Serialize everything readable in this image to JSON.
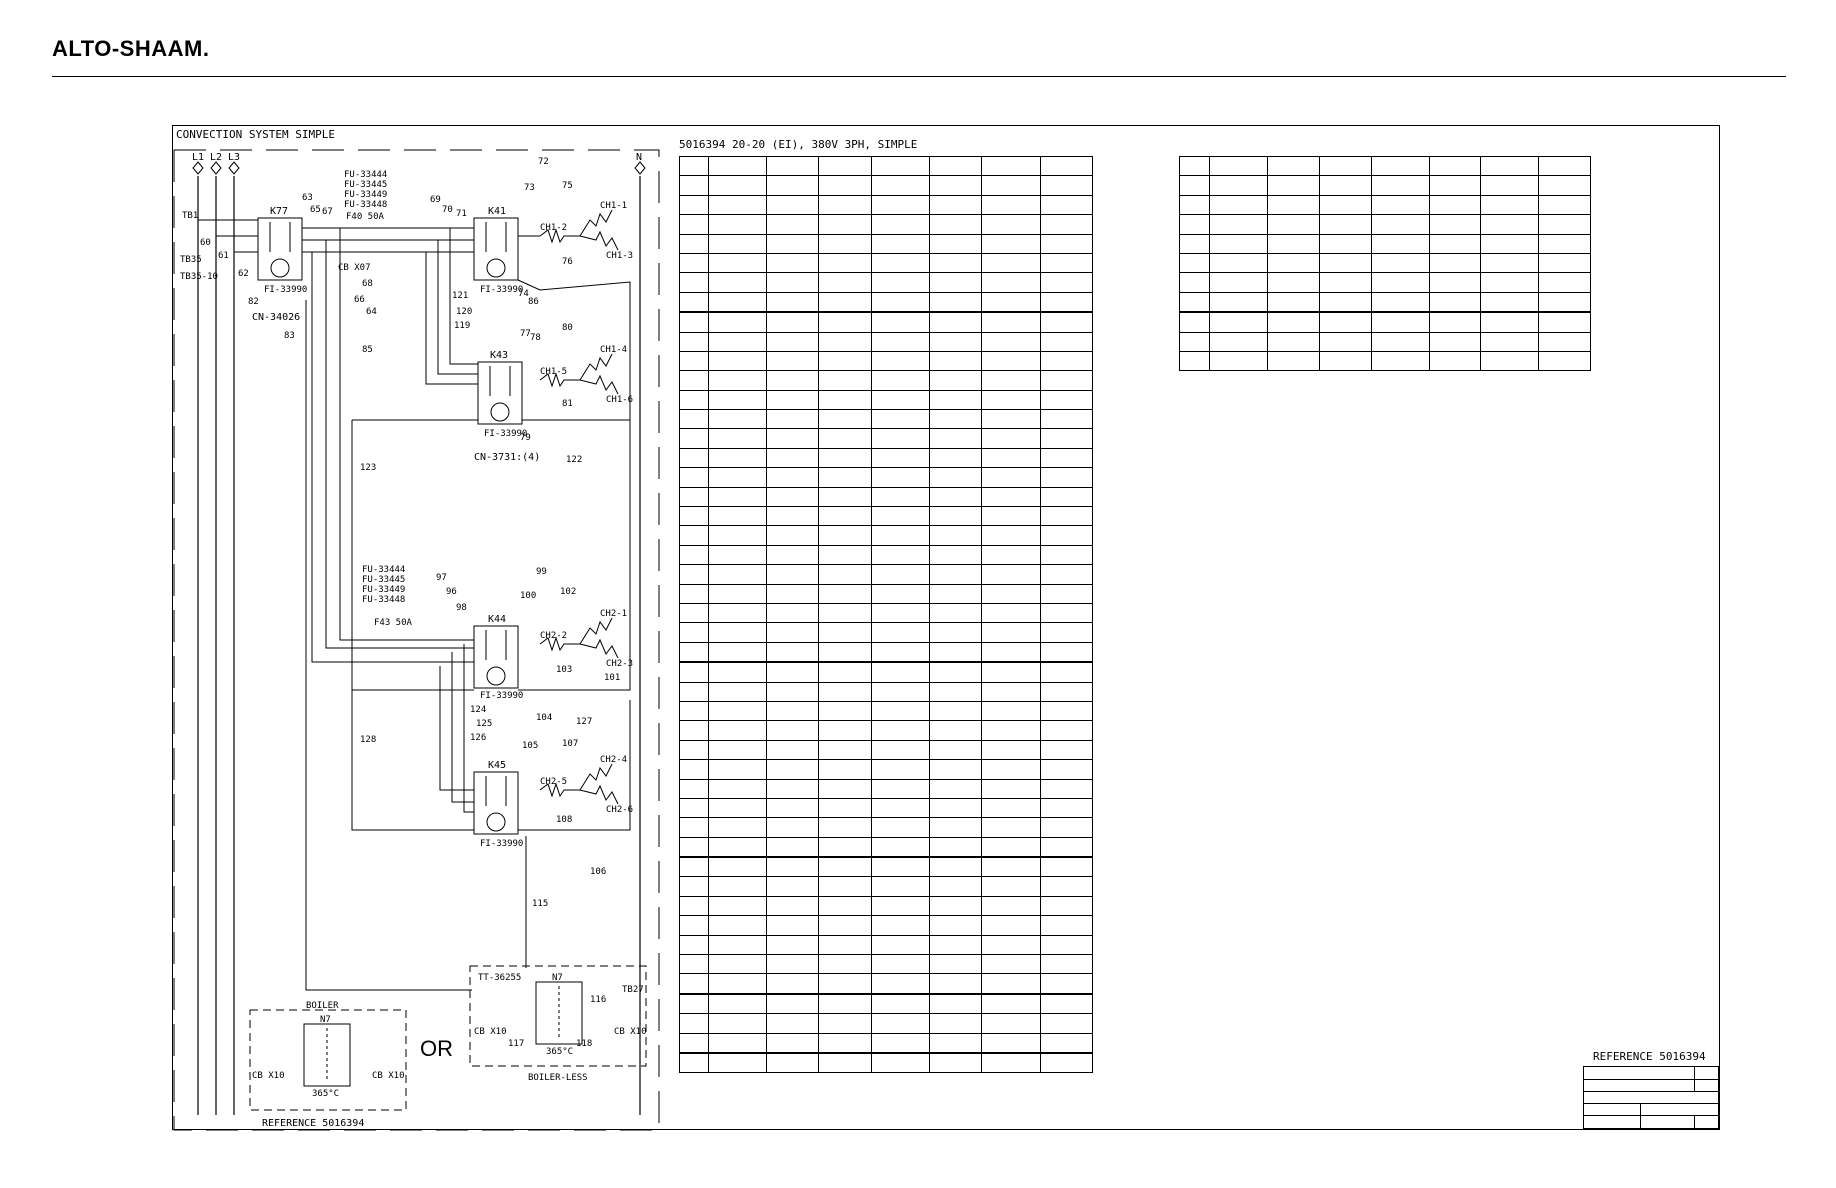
{
  "brand": {
    "logo_text": "ALTO-SHAAM."
  },
  "diagram": {
    "section_title": "CONVECTION SYSTEM SIMPLE",
    "lines": [
      "L1",
      "L2",
      "L3",
      "N"
    ],
    "terminals": [
      "TB1",
      "TB35",
      "TB35-10"
    ],
    "fuse_list_top": [
      "FU-33444",
      "FU-33445",
      "FU-33449",
      "FU-33448"
    ],
    "fuse_list_bottom": [
      "FU-33444",
      "FU-33445",
      "FU-33449",
      "FU-33448"
    ],
    "fuse_top": "F40  50A",
    "fuse_bottom": "F43  50A",
    "cb_label": "CB  X07",
    "contactors": [
      "K77",
      "K41",
      "K43",
      "K44",
      "K45"
    ],
    "filter_label": "FI-33990",
    "connector_1": "CN-34026",
    "connector_2": "CN-3731:(4)",
    "heaters_top": [
      "CH1-1",
      "CH1-2",
      "CH1-3",
      "CH1-4",
      "CH1-5",
      "CH1-6"
    ],
    "heaters_bottom": [
      "CH2-1",
      "CH2-2",
      "CH2-3",
      "CH2-4",
      "CH2-5",
      "CH2-6"
    ],
    "wires": [
      "60",
      "61",
      "62",
      "63",
      "64",
      "65",
      "66",
      "67",
      "68",
      "69",
      "70",
      "71",
      "72",
      "73",
      "74",
      "75",
      "76",
      "77",
      "78",
      "79",
      "80",
      "81",
      "82",
      "83",
      "85",
      "86",
      "96",
      "97",
      "98",
      "99",
      "100",
      "101",
      "102",
      "103",
      "104",
      "105",
      "106",
      "107",
      "108",
      "115",
      "116",
      "117",
      "118",
      "119",
      "120",
      "121",
      "122",
      "123",
      "124",
      "125",
      "126",
      "127",
      "128"
    ],
    "boiler_label": "BOILER",
    "boilerless_label": "BOILER-LESS",
    "thermostat": "TT-36255",
    "relay": "N7",
    "temp": "365°C",
    "or_text": "OR",
    "cb_x10": "CB X10",
    "tb27": "TB27",
    "reference": "REFERENCE 5016394"
  },
  "left_table": {
    "title": "5016394 20-20 (EI), 380V 3PH, SIMPLE",
    "rows": 47,
    "cols": 8
  },
  "right_table": {
    "rows": 11,
    "cols": 8
  },
  "title_block": {
    "reference": "REFERENCE 5016394"
  }
}
